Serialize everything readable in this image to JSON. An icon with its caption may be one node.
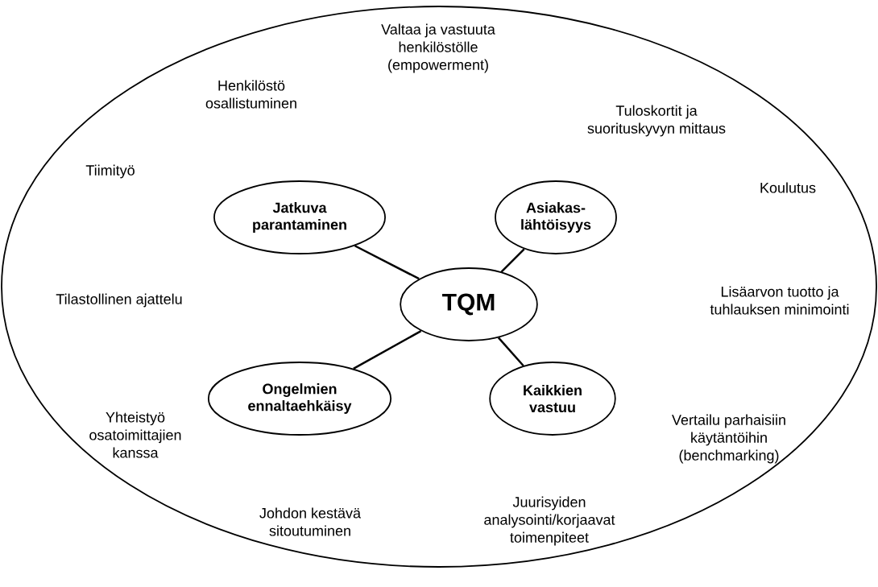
{
  "diagram": {
    "nodes": [
      {
        "text": [],
        "shape": "ellipse"
      },
      {
        "text": [
          "Jatkuva parantaminen"
        ],
        "in": 0
      },
      {
        "text": [
          "Asiakas-lähtöisyys"
        ],
        "in": 0
      },
      {
        "text": [
          "TQM"
        ],
        "in": 0
      },
      {
        "text": [
          "Ongelmien ennaltaehkäisy"
        ],
        "in": 0
      },
      {
        "text": [
          "Kaikkien vastuu"
        ],
        "in": 0
      }
    ],
    "edges": [
      {
        "from": 3,
        "to": 1,
        "arrow": "none"
      },
      {
        "from": 3,
        "to": 2,
        "arrow": "none"
      },
      {
        "from": 3,
        "to": 4,
        "arrow": "none"
      },
      {
        "from": 3,
        "to": 5,
        "arrow": "none"
      }
    ],
    "labels": [
      "Valtaa ja vastuuta henkilöstölle (empowerment)",
      "Henkilöstö osallistuminen",
      "Tuloskortit ja suorituskyvyn mittaus",
      "Tiimityö",
      "Koulutus",
      "Tilastollinen ajattelu",
      "Lisäarvon tuotto ja tuhlauksen minimointi",
      "Yhteistyö osatoimittajien kanssa",
      "Vertailu parhaisiin käytäntöihin (benchmarking)",
      "Johdon kestävä sitoutuminen",
      "Juurisyiden analysointi/korjaavat toimenpiteet"
    ]
  }
}
